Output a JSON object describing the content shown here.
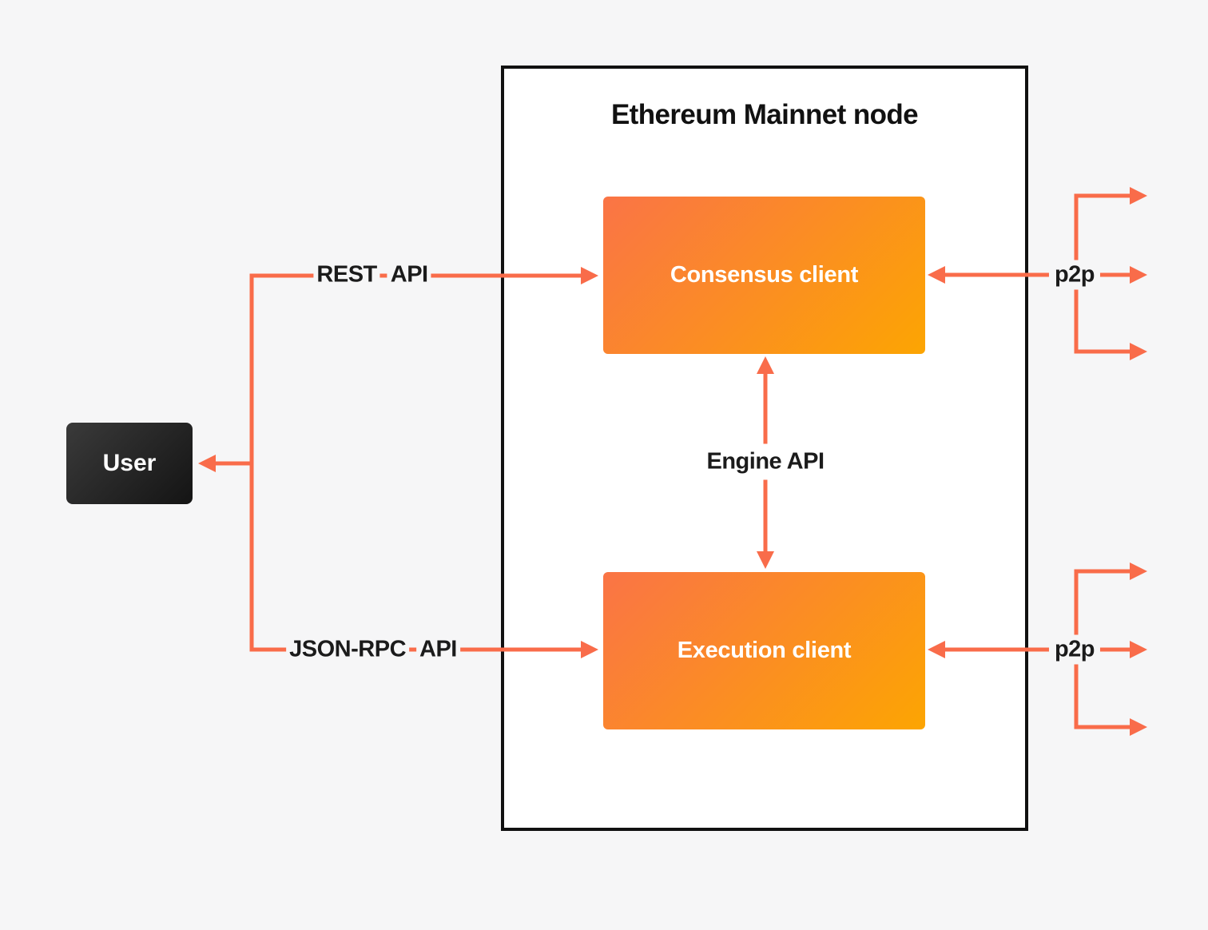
{
  "colors": {
    "background": "#F6F6F7",
    "arrow": "#F96C4A",
    "node_border": "#111111",
    "node_fill": "#FFFFFF",
    "client_gradient_start": "#FA7446",
    "client_gradient_end": "#FCA502",
    "user_gradient_start": "#3A3A3A",
    "user_gradient_end": "#141414",
    "text_dark": "#1B1B1B",
    "text_light": "#FFFFFF"
  },
  "diagram": {
    "title": "Ethereum Mainnet node",
    "user": {
      "label": "User"
    },
    "clients": {
      "consensus": {
        "label": "Consensus client"
      },
      "execution": {
        "label": "Execution client"
      }
    },
    "edges": {
      "rest_api": {
        "words": [
          "REST",
          "API"
        ]
      },
      "json_rpc_api": {
        "words": [
          "JSON-RPC",
          "API"
        ]
      },
      "engine_api": {
        "label": "Engine API"
      },
      "p2p_top": {
        "label": "p2p"
      },
      "p2p_bottom": {
        "label": "p2p"
      }
    }
  }
}
